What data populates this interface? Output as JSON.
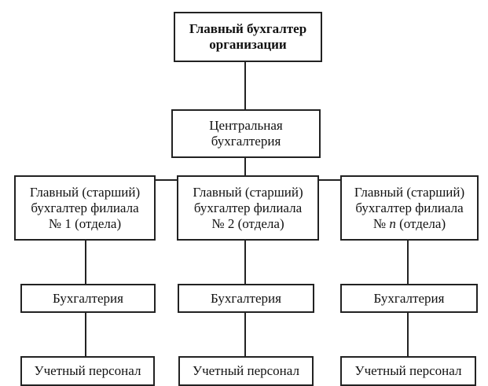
{
  "top": {
    "line1": "Главный бухгалтер",
    "line2": "организации"
  },
  "central": {
    "line1": "Центральная",
    "line2": "бухгалтерия"
  },
  "branches": [
    {
      "title_line1": "Главный (старший)",
      "title_line2": "бухгалтер филиала",
      "number_prefix": "№ ",
      "number": "1",
      "number_suffix": " (отдела)",
      "accounting": "Бухгалтерия",
      "staff": "Учетный персонал"
    },
    {
      "title_line1": "Главный (старший)",
      "title_line2": "бухгалтер филиала",
      "number_prefix": "№ ",
      "number": "2",
      "number_suffix": " (отдела)",
      "accounting": "Бухгалтерия",
      "staff": "Учетный персонал"
    },
    {
      "title_line1": "Главный (старший)",
      "title_line2": "бухгалтер филиала",
      "number_prefix": "№ ",
      "number": "n",
      "number_suffix": " (отдела)",
      "accounting": "Бухгалтерия",
      "staff": "Учетный персонал"
    }
  ]
}
